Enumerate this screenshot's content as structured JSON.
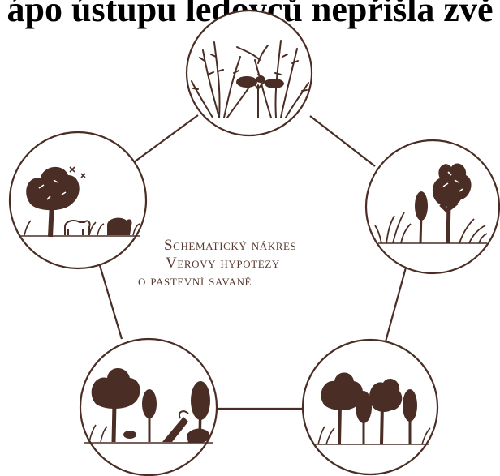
{
  "title": "ápo ústupu ledovců nepřišla zvě",
  "caption": {
    "line1": "Schematický nákres",
    "line2": "Verovy hypotézy",
    "line3": "o pastevní savaně"
  },
  "colors": {
    "ink": "#4a2d24",
    "caption": "#5a3a30",
    "background": "#ffffff"
  },
  "stages": [
    {
      "id": "shrubs-and-saplings",
      "icon": "shrubs-saplings-scene-icon"
    },
    {
      "id": "young-forest-edge",
      "icon": "young-tree-shrubs-scene-icon"
    },
    {
      "id": "closed-grove",
      "icon": "closed-grove-scene-icon"
    },
    {
      "id": "decaying-grove",
      "icon": "fallen-tree-grove-scene-icon"
    },
    {
      "id": "grazed-savanna",
      "icon": "tree-grazing-animals-scene-icon"
    }
  ]
}
